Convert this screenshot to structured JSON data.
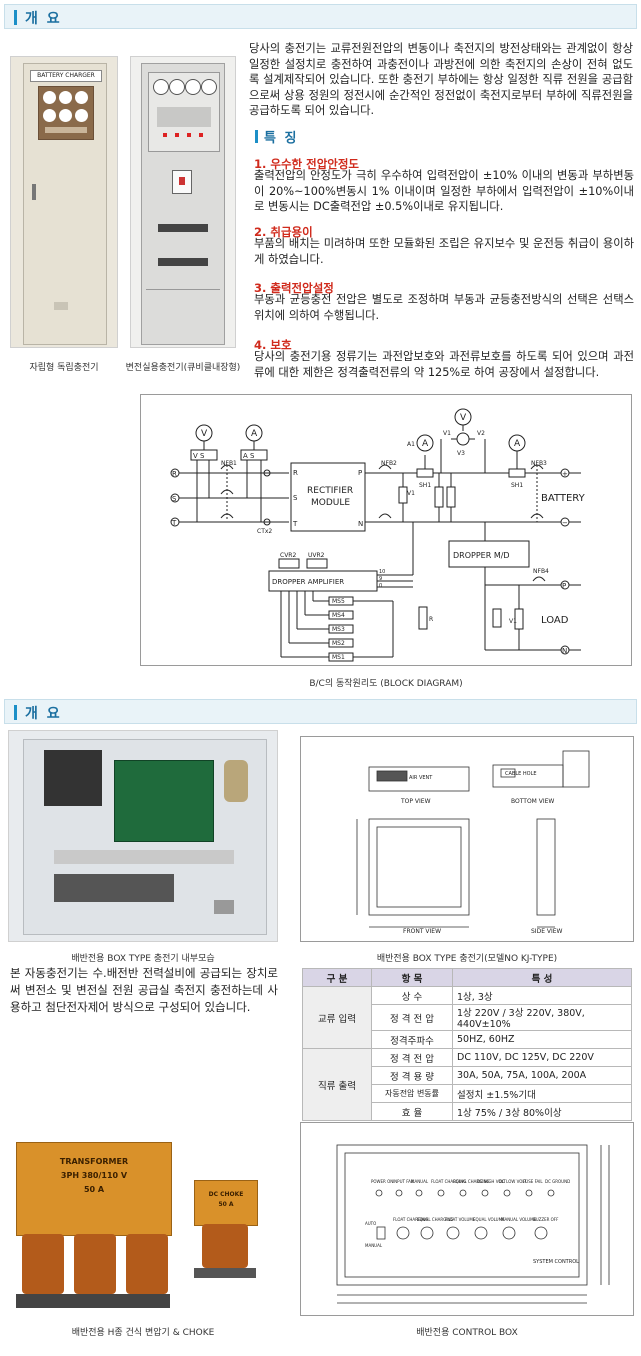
{
  "section1": {
    "header": "개 요",
    "intro": "당사의 충전기는 교류전원전압의 변동이나 축전지의 방전상태와는 관계없이 항상 일정한 설정치로 충전하여 과충전이나 과방전에 의한 축전지의 손상이 전혀 없도록 설계제작되어 있습니다. 또한 충전기 부하에는 항상 일정한 직류 전원을 공급함으로써 상용 정원의 정전시에 순간적인 정전없이 축전지로부터 부하에 직류전원을 공급하도록 되어 있습니다.",
    "features_header": "특 징",
    "features": [
      {
        "title": "1. 우수한 전압안정도",
        "text": "출력전압의 안정도가 극히 우수하여 입력전압이 ±10% 이내의 변동과 부하변동이 20%~100%변동시 1% 이내이며 일정한 부하에서 입력전압이 ±10%이내로 변동시는 DC출력전압 ±0.5%이내로 유지됩니다."
      },
      {
        "title": "2. 취급용이",
        "text": "부품의 배치는 미려하며 또한 모듈화된 조립은 유지보수 및 운전등 취급이 용이하게 하였습니다."
      },
      {
        "title": "3. 출력전압설정",
        "text": "부동과 균등충전 전압은 별도로 조정하며 부동과 균등충전방식의 선택은 선택스위치에 의하여 수행됩니다."
      },
      {
        "title": "4. 보호",
        "text": "당사의 충전기용 정류기는 과전압보호와 과전류보호를 하도록 되어 있으며 과전류에 대한 제한은 정격출력전류의 약 125%로 하여 공장에서 설정합니다."
      }
    ],
    "photo1_caption": "자립형 독립충전기",
    "photo1_sign": "BATTERY CHARGER",
    "photo2_caption": "변전실용충전기(큐비클내장형)",
    "diagram_caption": "B/C의 동작원리도 (BLOCK DIAGRAM)",
    "diagram_labels": {
      "v": "V",
      "a": "A",
      "vs": "V S",
      "as": "A S",
      "ctx": "CTx2",
      "nfb1": "NFB1",
      "nfb2": "NFB2",
      "nfb3": "NFB3",
      "nfb4": "NFB4",
      "r": "R",
      "s": "S",
      "t": "T",
      "p": "P",
      "n": "N",
      "rectifier_line1": "RECTIFIER",
      "rectifier_line2": "MODULE",
      "v1": "V1",
      "v2": "V2",
      "v3": "V3",
      "a1": "A1",
      "sh1": "SH1",
      "battery": "BATTERY",
      "dropper_md": "DROPPER M/D",
      "cvr2": "CVR2",
      "uvr2": "UVR2",
      "dropper_amp": "DROPPER AMPLIFIER",
      "t10": "10",
      "t9": "9",
      "t0": "0",
      "ms": [
        "MS5",
        "MS4",
        "MS3",
        "MS2",
        "MS1"
      ],
      "load": "LOAD",
      "res": "R",
      "plus": "+",
      "minus": "−"
    }
  },
  "section2": {
    "header": "개 요",
    "photo1_caption": "배반전용 BOX TYPE 충전기 내부모습",
    "drawing_caption": "배반전용 BOX TYPE 충전기(모델NO KJ-TYPE)",
    "drawing_labels": {
      "air_vent": "AIR VENT",
      "top_view": "TOP VIEW",
      "cable_hole": "CABLE HOLE",
      "bottom_view": "BOTTOM VIEW",
      "front_view": "FRONT VIEW",
      "side_view": "SIDE VIEW"
    },
    "desc": "본 자동충전기는 수.배전반 전력설비에 공급되는 장치로써 변전소 및 변전실 전원 공급실 축전지 충전하는데 사용하고 첨단전자제어 방식으로 구성되어 있습니다.",
    "spec_table": {
      "headers": [
        "구 분",
        "항 목",
        "특 성"
      ],
      "groups": [
        {
          "name": "교류 입력",
          "rows": [
            {
              "item": "상 수",
              "value": "1상, 3상"
            },
            {
              "item": "정 격 전 압",
              "value": "1상 220V / 3상 220V, 380V, 440V±10%"
            },
            {
              "item": "정격주파수",
              "value": "50HZ, 60HZ"
            }
          ]
        },
        {
          "name": "직류 출력",
          "rows": [
            {
              "item": "정 격 전 압",
              "value": "DC 110V, DC 125V, DC 220V"
            },
            {
              "item": "정 격 용 량",
              "value": "30A, 50A, 75A, 100A, 200A"
            },
            {
              "item": "자동전압 변동률",
              "value": "설정치 ±1.5%기대"
            },
            {
              "item": "효 율",
              "value": "1상 75% / 3상 80%이상"
            }
          ]
        }
      ]
    },
    "transformer_label": [
      "TRANSFORMER",
      "3PH 380/110 V",
      "50 A"
    ],
    "choke_label": [
      "DC CHOKE",
      "50 A"
    ],
    "photo3_caption": "배반전용 H종 건식 변압기 & CHOKE",
    "control_box_caption": "배반전용 CONTROL BOX",
    "control_box": {
      "top_labels": [
        "POWER ON",
        "INPUT FAIL",
        "MANUAL",
        "FLOAT CHARGING",
        "EQUAL CHARGING",
        "DC HIGH VOLT",
        "DC LOW VOLT",
        "FUSE FAIL",
        "DC GROUND"
      ],
      "mode_labels": [
        "AUTO",
        "MANUAL"
      ],
      "bottom_labels": [
        "FLOAT CHARGING",
        "EQUAL CHARGING",
        "FLOAT VOLUME",
        "EQUAL VOLUME",
        "MANUAL VOLUME",
        "BUZZER OFF"
      ],
      "system_control": "SYSTEM CONTROL"
    }
  }
}
